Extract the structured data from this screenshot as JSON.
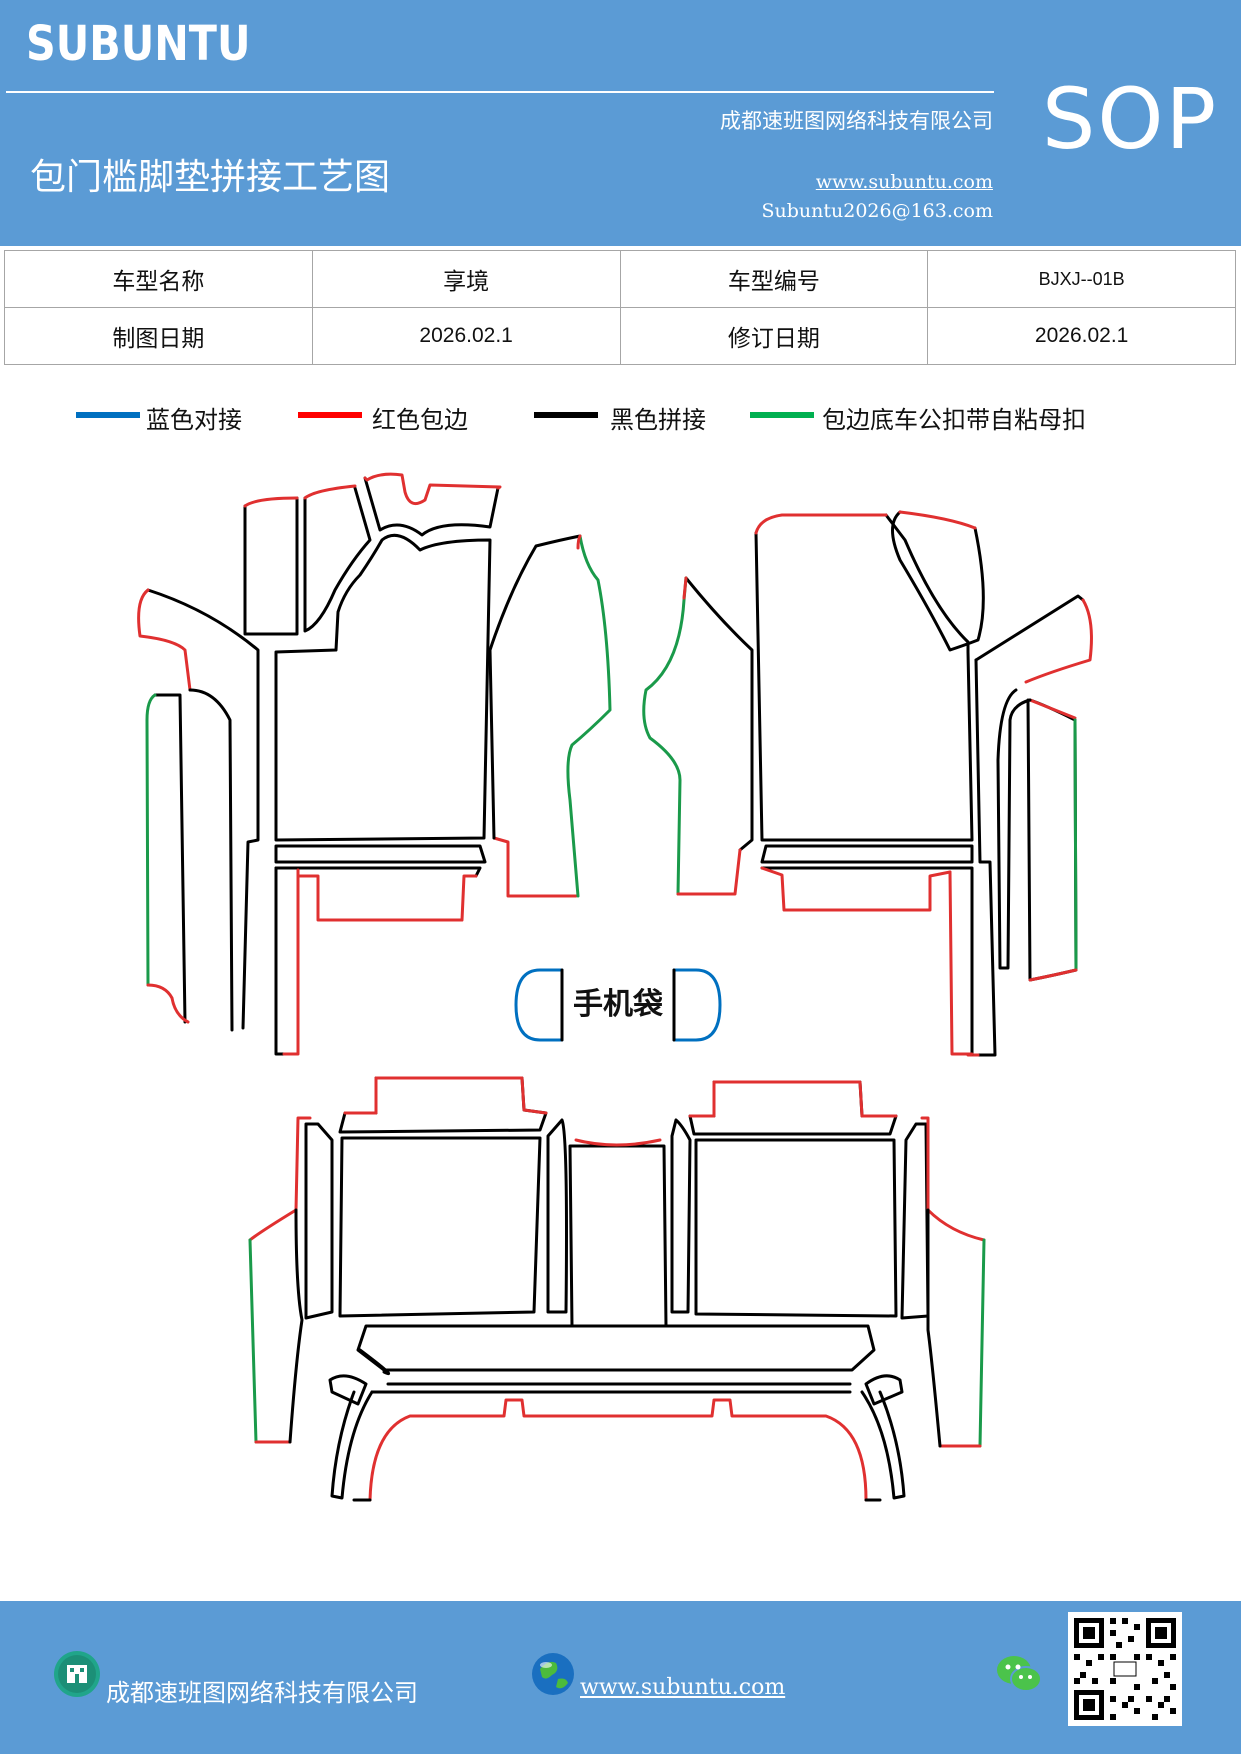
{
  "header": {
    "brand": "SUBUNTU",
    "company": "成都速班图网络科技有限公司",
    "title": "包门槛脚垫拼接工艺图",
    "website": "www.subuntu.com",
    "email": "Subuntu2026@163.com",
    "badge": "SOP"
  },
  "info": {
    "model_name_label": "车型名称",
    "model_name_value": "享境",
    "model_code_label": "车型编号",
    "model_code_value": "BJXJ--01B",
    "draw_date_label": "制图日期",
    "draw_date_value": "2026.02.1",
    "revise_date_label": "修订日期",
    "revise_date_value": "2026.02.1"
  },
  "legend": [
    {
      "label": "蓝色对接",
      "color": "#0070c0"
    },
    {
      "label": "红色包边",
      "color": "#ff0000"
    },
    {
      "label": "黑色拼接",
      "color": "#000000"
    },
    {
      "label": "包边底车公扣带自粘母扣",
      "color": "#00b050"
    }
  ],
  "diagram": {
    "phone_bag_label": "手机袋"
  },
  "footer": {
    "company": "成都速班图网络科技有限公司",
    "website": "www.subuntu.com "
  },
  "colors": {
    "header_bg": "#5b9bd5",
    "blue_line": "#0070c0",
    "red_line": "#e03030",
    "black_line": "#000000",
    "green_line": "#1a9a4a"
  },
  "icons": [
    "building-icon",
    "globe-icon",
    "wechat-icon",
    "qr-code"
  ]
}
